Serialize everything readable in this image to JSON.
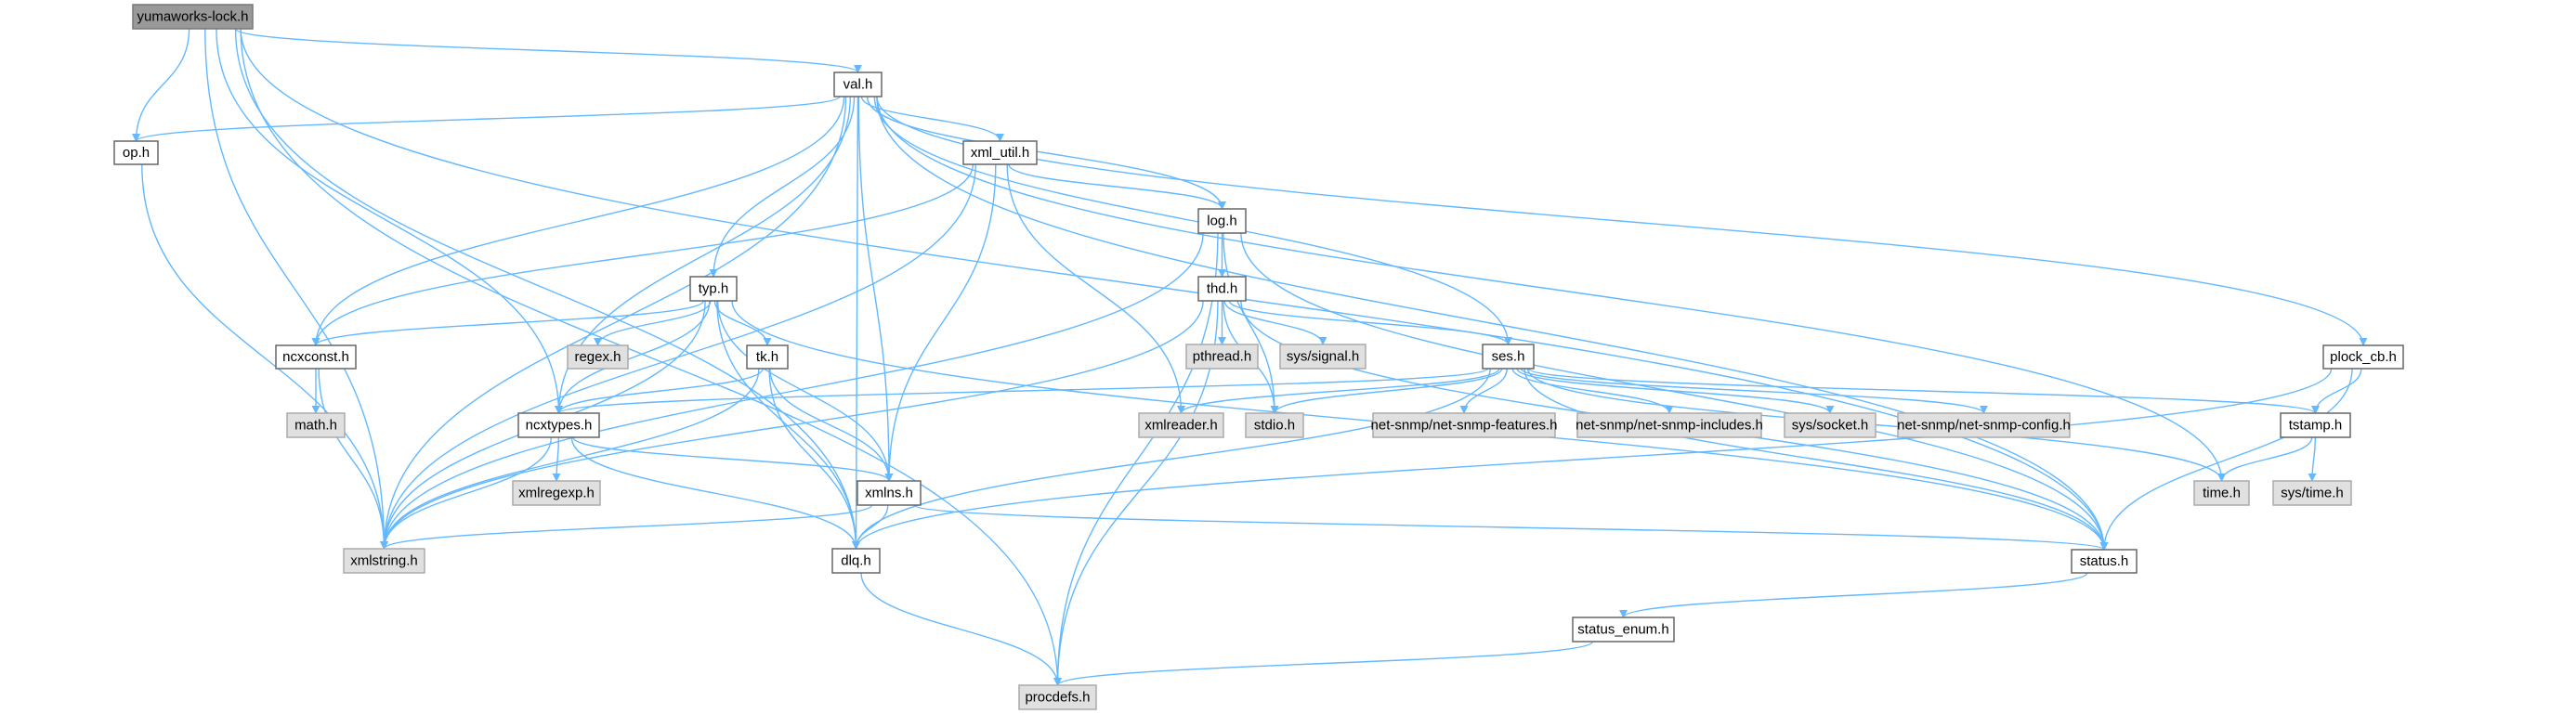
{
  "title": "yumaworks-lock.h",
  "colors": {
    "edge": "#63b8ff",
    "root_fill": "#999999",
    "external_fill": "#e0e0e0",
    "internal_fill": "#ffffff"
  },
  "nodes": [
    {
      "id": "yumaworks-lock.h",
      "kind": "root"
    },
    {
      "id": "val.h",
      "kind": "internal"
    },
    {
      "id": "op.h",
      "kind": "internal"
    },
    {
      "id": "xml_util.h",
      "kind": "internal"
    },
    {
      "id": "log.h",
      "kind": "internal"
    },
    {
      "id": "typ.h",
      "kind": "internal"
    },
    {
      "id": "thd.h",
      "kind": "internal"
    },
    {
      "id": "ncxconst.h",
      "kind": "internal"
    },
    {
      "id": "regex.h",
      "kind": "external"
    },
    {
      "id": "tk.h",
      "kind": "internal"
    },
    {
      "id": "pthread.h",
      "kind": "external"
    },
    {
      "id": "sys/signal.h",
      "kind": "external"
    },
    {
      "id": "ses.h",
      "kind": "internal"
    },
    {
      "id": "plock_cb.h",
      "kind": "internal"
    },
    {
      "id": "math.h",
      "kind": "external"
    },
    {
      "id": "ncxtypes.h",
      "kind": "internal"
    },
    {
      "id": "xmlreader.h",
      "kind": "external"
    },
    {
      "id": "stdio.h",
      "kind": "external"
    },
    {
      "id": "net-snmp/net-snmp-features.h",
      "kind": "external"
    },
    {
      "id": "net-snmp/net-snmp-includes.h",
      "kind": "external"
    },
    {
      "id": "sys/socket.h",
      "kind": "external"
    },
    {
      "id": "net-snmp/net-snmp-config.h",
      "kind": "external"
    },
    {
      "id": "tstamp.h",
      "kind": "internal"
    },
    {
      "id": "xmlregexp.h",
      "kind": "external"
    },
    {
      "id": "xmlns.h",
      "kind": "internal"
    },
    {
      "id": "time.h",
      "kind": "external"
    },
    {
      "id": "sys/time.h",
      "kind": "external"
    },
    {
      "id": "xmlstring.h",
      "kind": "external"
    },
    {
      "id": "dlq.h",
      "kind": "internal"
    },
    {
      "id": "status.h",
      "kind": "internal"
    },
    {
      "id": "status_enum.h",
      "kind": "internal"
    },
    {
      "id": "procdefs.h",
      "kind": "external"
    }
  ],
  "edges": [
    [
      "yumaworks-lock.h",
      "val.h"
    ],
    [
      "yumaworks-lock.h",
      "op.h"
    ],
    [
      "yumaworks-lock.h",
      "ncxtypes.h"
    ],
    [
      "yumaworks-lock.h",
      "xmlstring.h"
    ],
    [
      "yumaworks-lock.h",
      "dlq.h"
    ],
    [
      "yumaworks-lock.h",
      "procdefs.h"
    ],
    [
      "yumaworks-lock.h",
      "status.h"
    ],
    [
      "val.h",
      "op.h"
    ],
    [
      "val.h",
      "ncxconst.h"
    ],
    [
      "val.h",
      "xmlstring.h"
    ],
    [
      "val.h",
      "ncxtypes.h"
    ],
    [
      "val.h",
      "typ.h"
    ],
    [
      "val.h",
      "dlq.h"
    ],
    [
      "val.h",
      "xmlns.h"
    ],
    [
      "val.h",
      "xml_util.h"
    ],
    [
      "val.h",
      "log.h"
    ],
    [
      "val.h",
      "ses.h"
    ],
    [
      "val.h",
      "time.h"
    ],
    [
      "val.h",
      "status.h"
    ],
    [
      "val.h",
      "plock_cb.h"
    ],
    [
      "xml_util.h",
      "ncxconst.h"
    ],
    [
      "xml_util.h",
      "xmlstring.h"
    ],
    [
      "xml_util.h",
      "xmlns.h"
    ],
    [
      "xml_util.h",
      "xmlreader.h"
    ],
    [
      "xml_util.h",
      "log.h"
    ],
    [
      "log.h",
      "xmlstring.h"
    ],
    [
      "log.h",
      "thd.h"
    ],
    [
      "log.h",
      "stdio.h"
    ],
    [
      "log.h",
      "status.h"
    ],
    [
      "log.h",
      "procdefs.h"
    ],
    [
      "thd.h",
      "xmlstring.h"
    ],
    [
      "thd.h",
      "pthread.h"
    ],
    [
      "thd.h",
      "sys/signal.h"
    ],
    [
      "thd.h",
      "ses.h"
    ],
    [
      "thd.h",
      "stdio.h"
    ],
    [
      "thd.h",
      "procdefs.h"
    ],
    [
      "thd.h",
      "status.h"
    ],
    [
      "typ.h",
      "ncxconst.h"
    ],
    [
      "typ.h",
      "xmlstring.h"
    ],
    [
      "typ.h",
      "regex.h"
    ],
    [
      "typ.h",
      "ncxtypes.h"
    ],
    [
      "typ.h",
      "tk.h"
    ],
    [
      "typ.h",
      "xmlns.h"
    ],
    [
      "typ.h",
      "dlq.h"
    ],
    [
      "typ.h",
      "status.h"
    ],
    [
      "tk.h",
      "ncxtypes.h"
    ],
    [
      "tk.h",
      "xmlns.h"
    ],
    [
      "tk.h",
      "dlq.h"
    ],
    [
      "tk.h",
      "xmlstring.h"
    ],
    [
      "ncxconst.h",
      "math.h"
    ],
    [
      "ncxconst.h",
      "xmlstring.h"
    ],
    [
      "ncxtypes.h",
      "xmlregexp.h"
    ],
    [
      "ncxtypes.h",
      "xmlstring.h"
    ],
    [
      "ncxtypes.h",
      "xmlns.h"
    ],
    [
      "ncxtypes.h",
      "dlq.h"
    ],
    [
      "xmlns.h",
      "xmlstring.h"
    ],
    [
      "xmlns.h",
      "dlq.h"
    ],
    [
      "xmlns.h",
      "status.h"
    ],
    [
      "op.h",
      "xmlstring.h"
    ],
    [
      "ses.h",
      "ncxtypes.h"
    ],
    [
      "ses.h",
      "xmlreader.h"
    ],
    [
      "ses.h",
      "stdio.h"
    ],
    [
      "ses.h",
      "net-snmp/net-snmp-features.h"
    ],
    [
      "ses.h",
      "net-snmp/net-snmp-includes.h"
    ],
    [
      "ses.h",
      "sys/socket.h"
    ],
    [
      "ses.h",
      "net-snmp/net-snmp-config.h"
    ],
    [
      "ses.h",
      "tstamp.h"
    ],
    [
      "ses.h",
      "time.h"
    ],
    [
      "ses.h",
      "status.h"
    ],
    [
      "ses.h",
      "dlq.h"
    ],
    [
      "plock_cb.h",
      "tstamp.h"
    ],
    [
      "plock_cb.h",
      "dlq.h"
    ],
    [
      "plock_cb.h",
      "status.h"
    ],
    [
      "tstamp.h",
      "time.h"
    ],
    [
      "tstamp.h",
      "sys/time.h"
    ],
    [
      "dlq.h",
      "procdefs.h"
    ],
    [
      "status.h",
      "status_enum.h"
    ],
    [
      "status_enum.h",
      "procdefs.h"
    ]
  ]
}
